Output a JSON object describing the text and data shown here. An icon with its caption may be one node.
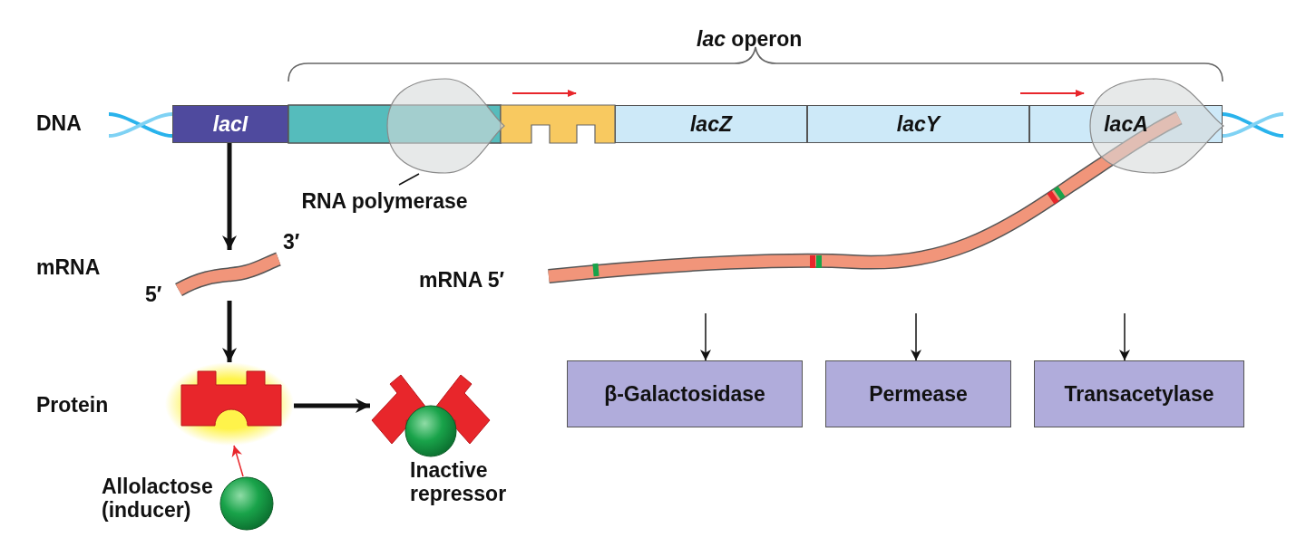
{
  "diagram": {
    "nodes": [
      {
        "text": [
          "lacI"
        ]
      },
      {
        "text": [],
        "shape": "box"
      },
      {
        "text": [],
        "shape": "box"
      },
      {
        "text": [
          "lacZ"
        ]
      },
      {
        "text": [
          "lacY"
        ]
      },
      {
        "text": [
          "lacA"
        ]
      },
      {
        "text": [],
        "shape": "picture"
      },
      {
        "text": [],
        "shape": "picture"
      },
      {
        "text": [
          "RNA polymerase"
        ]
      },
      {
        "text": [],
        "shape": "bar",
        "beside": [
          "3′",
          "5′"
        ]
      },
      {
        "text": [],
        "shape": "bar",
        "beside": [
          "mRNA 5′"
        ]
      },
      {
        "text": [],
        "shape": "picture"
      },
      {
        "text": [],
        "shape": "picture",
        "beside": [
          "Inactive repressor"
        ]
      },
      {
        "text": [],
        "shape": "circle",
        "beside": [
          "Allolactose (inducer)"
        ]
      },
      {
        "text": [
          "β-Galactosidase"
        ]
      },
      {
        "text": [
          "Permease"
        ]
      },
      {
        "text": [
          "Transacetylase"
        ]
      }
    ],
    "edges": [
      {
        "from": 0,
        "to": 9,
        "arrow": "to",
        "style": "thick"
      },
      {
        "from": 9,
        "to": 11,
        "arrow": "to",
        "style": "thick"
      },
      {
        "from": 11,
        "to": 12,
        "arrow": "to",
        "style": "thick"
      },
      {
        "from": 13,
        "to": 11,
        "arrow": "to",
        "color": "#e8262b"
      },
      {
        "from": 8,
        "to": 6,
        "arrow": "none"
      },
      {
        "from": 10,
        "to": 14,
        "arrow": "to"
      },
      {
        "from": 10,
        "to": 15,
        "arrow": "to"
      },
      {
        "from": 10,
        "to": 16,
        "arrow": "to"
      }
    ],
    "labels": [
      "*lac* operon",
      "DNA",
      "mRNA",
      "Protein"
    ]
  }
}
